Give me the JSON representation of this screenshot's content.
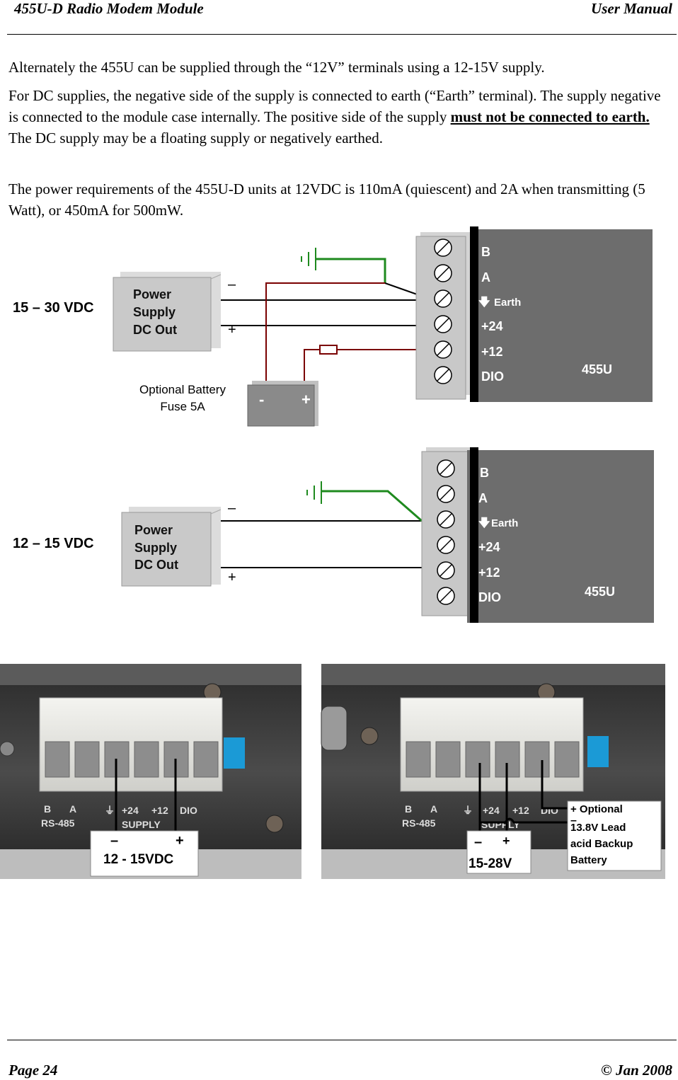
{
  "header": {
    "title": "455U-D Radio Modem  Module",
    "doc_type": "User Manual"
  },
  "paragraphs": {
    "p1": "Alternately the 455U can be supplied through the “12V” terminals using a 12-15V supply.",
    "p2a": "For DC supplies, the negative side of the supply is connected to earth (“Earth” terminal).  The supply negative is connected to the module case internally. The positive side of the supply ",
    "p2b": "must not be connected to earth.",
    "p2c": " The DC supply may be a floating supply or negatively earthed.",
    "p3": "The power requirements of the 455U-D units at 12VDC is 110mA (quiescent) and 2A when transmitting (5 Watt),  or 450mA for 500mW."
  },
  "diagram1": {
    "voltage_label": "15 – 30 VDC",
    "ps_line1": "Power",
    "ps_line2": "Supply",
    "ps_line3": "DC Out",
    "minus": "–",
    "plus": "+",
    "battery_note1": "Optional Battery",
    "battery_note2": "Fuse 5A",
    "battery_minus": "-",
    "battery_plus": "+",
    "terminals": [
      "B",
      "A",
      "Earth",
      "+24",
      "+12",
      "DIO"
    ],
    "module": "455U"
  },
  "diagram2": {
    "voltage_label": "12 – 15 VDC",
    "ps_line1": "Power",
    "ps_line2": "Supply",
    "ps_line3": "DC Out",
    "minus": "–",
    "plus": "+",
    "terminals": [
      "B",
      "A",
      "Earth",
      "+24",
      "+12",
      "DIO"
    ],
    "module": "455U"
  },
  "photo_left": {
    "case_labels": [
      "B",
      "A",
      "⏚",
      "+24",
      "+12",
      "DIO"
    ],
    "rs485": "RS-485",
    "supply": "SUPPLY",
    "minus": "–",
    "plus": "+",
    "voltage": "12 - 15VDC"
  },
  "photo_right": {
    "case_labels": [
      "B",
      "A",
      "⏚",
      "+24",
      "+12",
      "DIO"
    ],
    "rs485": "RS-485",
    "supply": "SUPPLY",
    "minus": "–",
    "plus": "+",
    "voltage": "15-28V",
    "battery_plus": "+ Optional",
    "battery_minus": "–",
    "battery_line2": "13.8V Lead",
    "battery_line3": "acid Backup",
    "battery_line4": "Battery"
  },
  "footer": {
    "page": "Page 24",
    "copyright": "©   Jan 2008"
  },
  "colors": {
    "module_grey": "#6d6d6d",
    "earth_wire": "#1e8a1e",
    "battery_wire": "#7a0000",
    "ps_box": "#c9c9c9"
  }
}
